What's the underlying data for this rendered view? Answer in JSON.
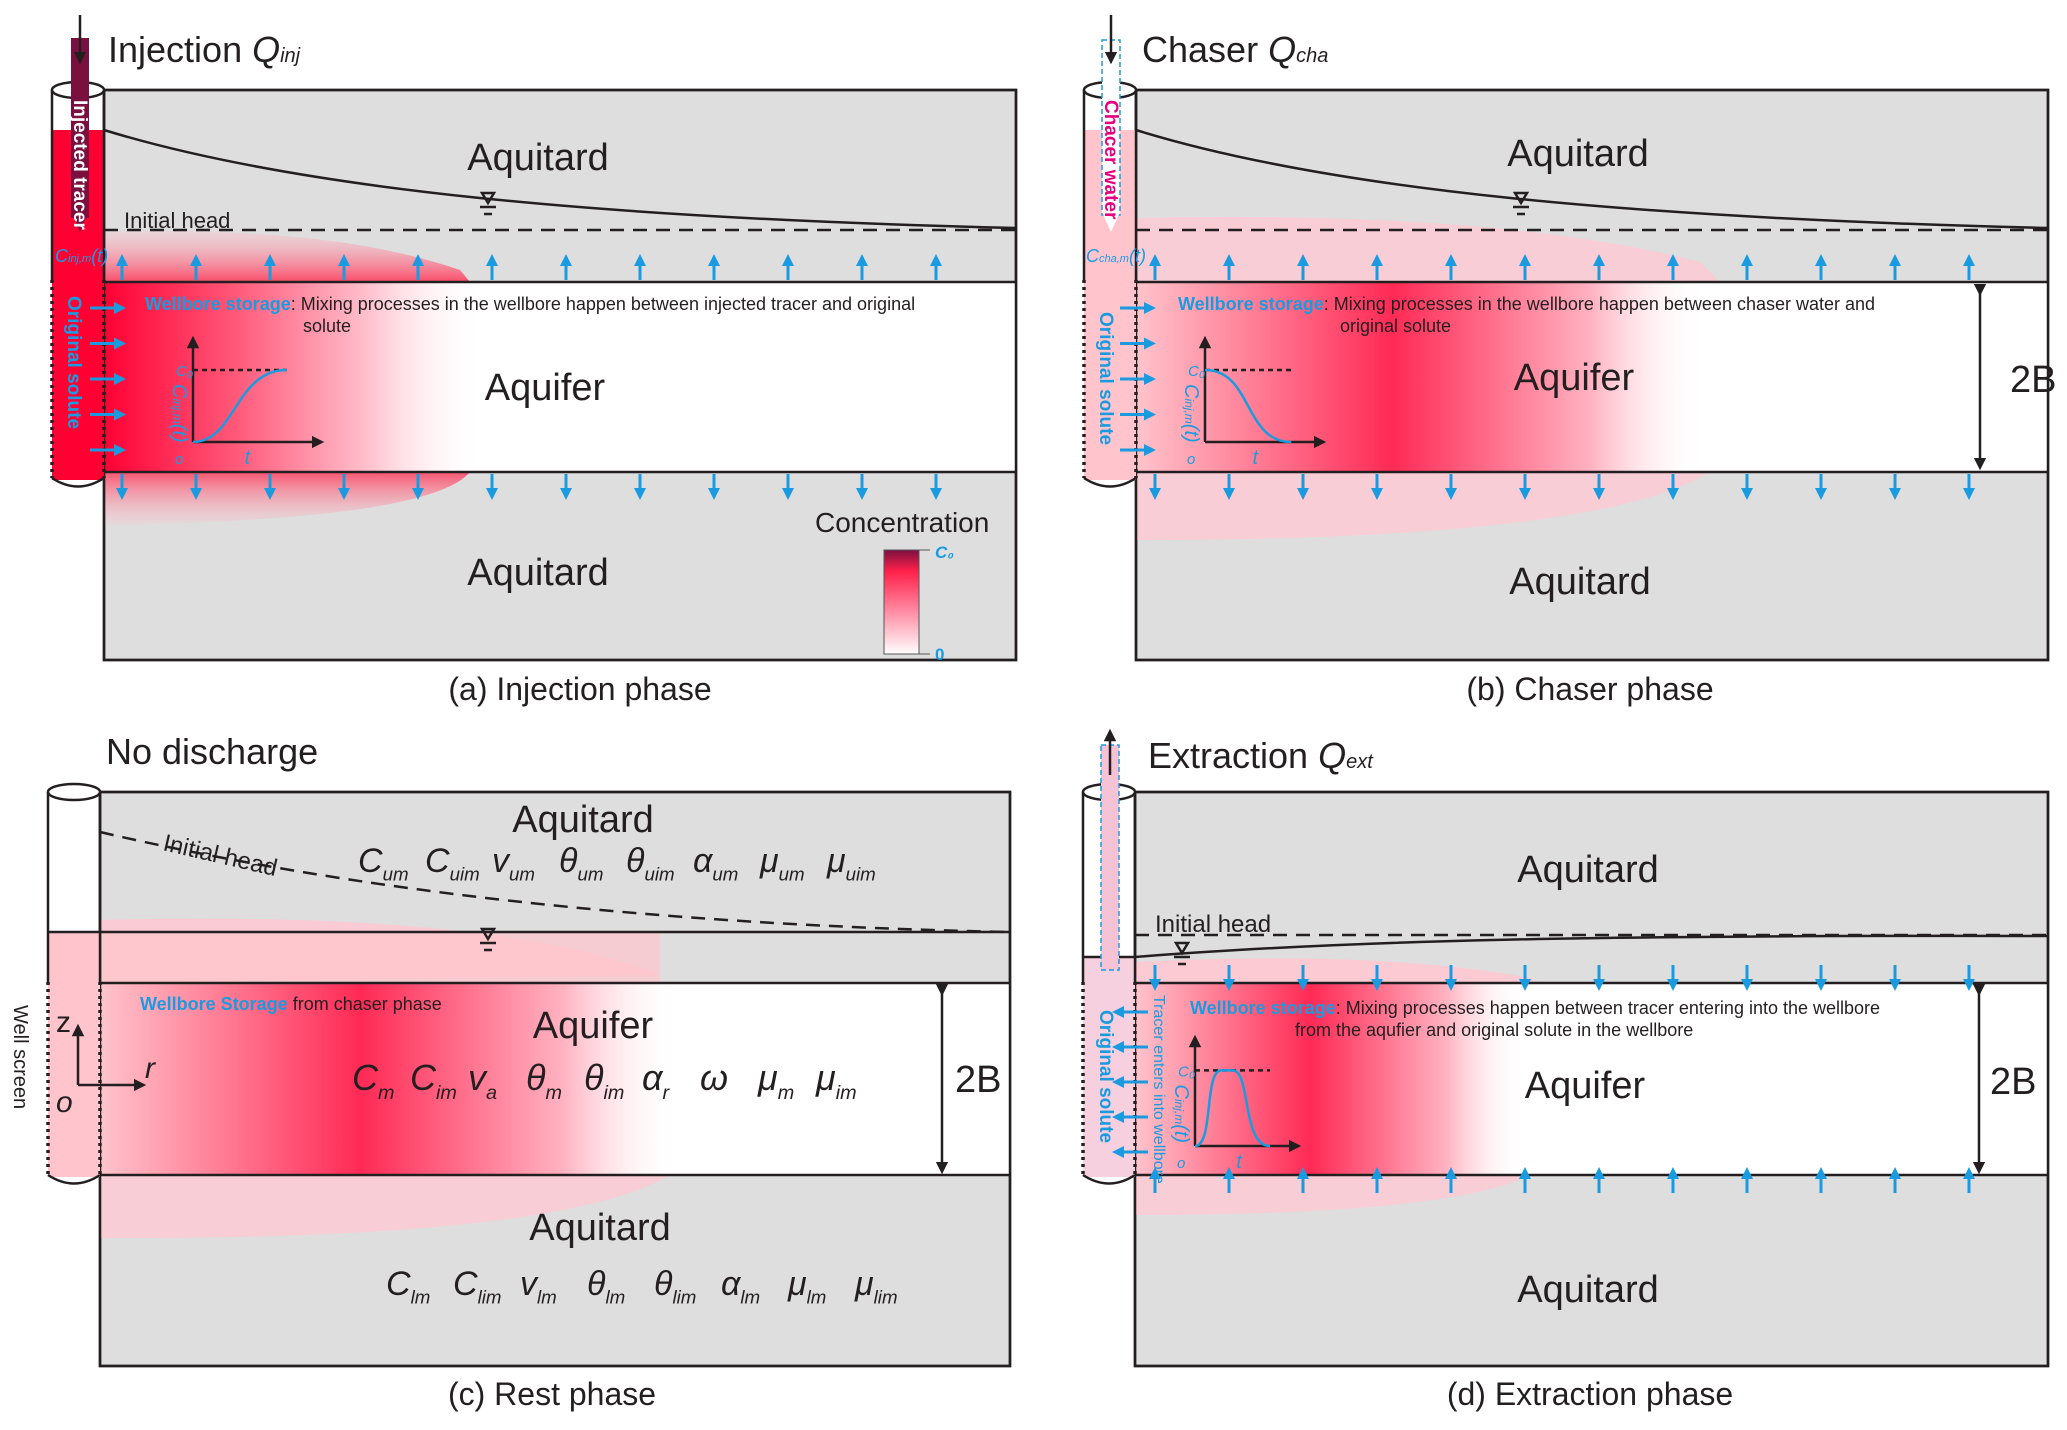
{
  "figure": {
    "panels": [
      {
        "id": "a",
        "discharge_title": "Injection ",
        "discharge_symbol": "Q",
        "discharge_sub": "inj",
        "well_inner_label": "Injected tracer",
        "well_conc_symbol": "C",
        "well_conc_sub": "inj,m",
        "well_conc_arg": "(t)",
        "initial_head_label": "Initial head",
        "upper_layer": "Aquitard",
        "aquifer": "Aquifer",
        "lower_layer": "Aquitard",
        "wellbore_label": "Wellbore storage",
        "wellbore_text_1": ": Mixing processes in the wellbore happen between injected tracer and original",
        "wellbore_text_2": "solute",
        "screen_label": "Original solute",
        "graph": {
          "y_top": "C₀",
          "y_label": "C",
          "y_sub": "inj,m",
          "y_arg": "(t)",
          "origin": "o",
          "x_label": "t",
          "curve": "rising"
        },
        "caption": "(a) Injection phase",
        "legend": {
          "title": "Concentration",
          "max_label": "C₀",
          "min_label": "0"
        }
      },
      {
        "id": "b",
        "discharge_title": "Chaser ",
        "discharge_symbol": "Q",
        "discharge_sub": "cha",
        "well_inner_label": "Chacer water",
        "well_conc_symbol": "C",
        "well_conc_sub": "cha,m",
        "well_conc_arg": "(t)",
        "upper_layer": "Aquitard",
        "aquifer": "Aquifer",
        "lower_layer": "Aquitard",
        "wellbore_label": "Wellbore storage",
        "wellbore_text_1": ": Mixing processes in the wellbore happen between chaser water and",
        "wellbore_text_2": "original solute",
        "screen_label": "Original solute",
        "thickness_label": "2B",
        "graph": {
          "y_top": "C₀",
          "y_label": "C",
          "y_sub": "inj,m",
          "y_arg": "(t)",
          "origin": "o",
          "x_label": "t",
          "curve": "falling"
        },
        "caption": "(b) Chaser phase"
      },
      {
        "id": "c",
        "discharge_title": "No discharge",
        "initial_head_label": "Initial head",
        "upper_layer": "Aquitard",
        "aquifer": "Aquifer",
        "lower_layer": "Aquitard",
        "wellbore_label": "Wellbore Storage",
        "wellbore_text_1": " from chaser phase",
        "screen_label": "Well screen",
        "axis_z": "z",
        "axis_r": "r",
        "axis_origin": "o",
        "thickness_label": "2B",
        "upper_params": [
          {
            "s": "C",
            "sub": "um"
          },
          {
            "s": "C",
            "sub": "uim"
          },
          {
            "s": "v",
            "sub": "um"
          },
          {
            "s": "θ",
            "sub": "um"
          },
          {
            "s": "θ",
            "sub": "uim"
          },
          {
            "s": "α",
            "sub": "um"
          },
          {
            "s": "μ",
            "sub": "um"
          },
          {
            "s": "μ",
            "sub": "uim"
          }
        ],
        "aquifer_params": [
          {
            "s": "C",
            "sub": "m"
          },
          {
            "s": "C",
            "sub": "im"
          },
          {
            "s": "v",
            "sub": "a"
          },
          {
            "s": "θ",
            "sub": "m"
          },
          {
            "s": "θ",
            "sub": "im"
          },
          {
            "s": "α",
            "sub": "r"
          },
          {
            "s": "ω",
            "sub": ""
          },
          {
            "s": "μ",
            "sub": "m"
          },
          {
            "s": "μ",
            "sub": "im"
          }
        ],
        "lower_params": [
          {
            "s": "C",
            "sub": "lm"
          },
          {
            "s": "C",
            "sub": "lim"
          },
          {
            "s": "v",
            "sub": "lm"
          },
          {
            "s": "θ",
            "sub": "lm"
          },
          {
            "s": "θ",
            "sub": "lim"
          },
          {
            "s": "α",
            "sub": "lm"
          },
          {
            "s": "μ",
            "sub": "lm"
          },
          {
            "s": "μ",
            "sub": "lim"
          }
        ],
        "caption": "(c) Rest phase"
      },
      {
        "id": "d",
        "discharge_title": "Extraction ",
        "discharge_symbol": "Q",
        "discharge_sub": "ext",
        "initial_head_label": "Initial head",
        "upper_layer": "Aquitard",
        "aquifer": "Aquifer",
        "lower_layer": "Aquitard",
        "wellbore_label": "Wellbore storage",
        "wellbore_text_1": ": Mixing processes happen between tracer entering into the wellbore",
        "wellbore_text_2": "from the aqufier and original solute in the wellbore",
        "screen_label": "Original solute",
        "tracer_enters_label": "Tracer enters into wellbore",
        "thickness_label": "2B",
        "graph": {
          "y_top": "C₀",
          "y_label": "C",
          "y_sub": "inj,m",
          "y_arg": "(t)",
          "origin": "o",
          "x_label": "t",
          "curve": "pulse"
        },
        "caption": "(d) Extraction phase"
      }
    ],
    "colors": {
      "aquitard": "#dedede",
      "tracer_red": "#ff2a55",
      "leakage_arrow": "#1a9be0",
      "chaser_label": "#e4007f",
      "injected_tracer_dark": "#7a1040"
    }
  }
}
